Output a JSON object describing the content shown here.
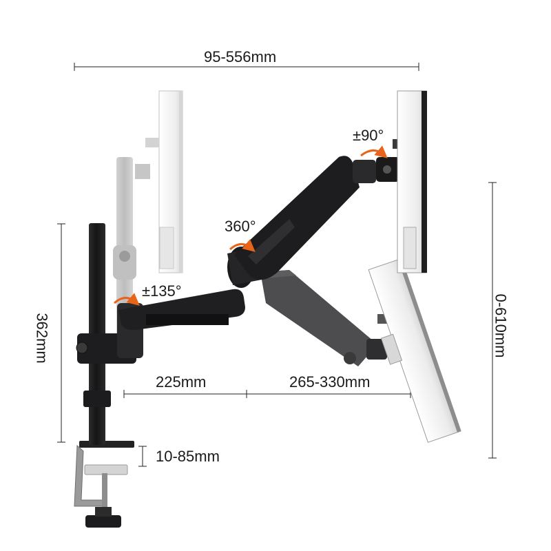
{
  "dimensions": {
    "total_reach": "95-556mm",
    "pole_height": "362mm",
    "vertical_range": "0-610mm",
    "lower_arm": "225mm",
    "upper_arm": "265-330mm",
    "clamp_range": "10-85mm"
  },
  "rotations": {
    "tilt": "±90°",
    "swivel_elbow": "360°",
    "swivel_base": "±135°"
  },
  "colors": {
    "arm_black": "#1c1c1e",
    "arm_grey": "#4a4a4c",
    "monitor_back": "#f2f2f2",
    "monitor_edge": "#2a2a2a",
    "rotation_arrow": "#e8641b",
    "dimension_line": "#222222",
    "ghost_pole": "#bfbfbf"
  }
}
